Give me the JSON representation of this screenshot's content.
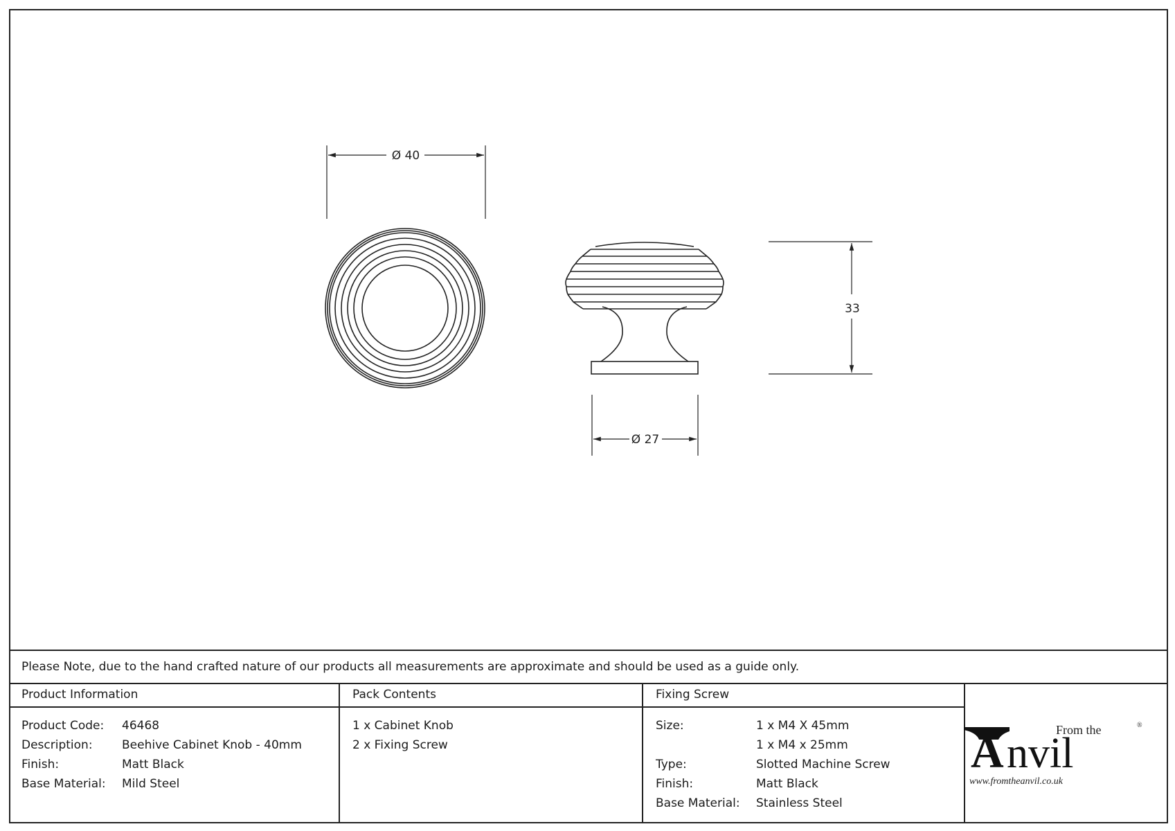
{
  "dimensions": {
    "top_view_diameter": "Ø 40",
    "base_diameter": "Ø 27",
    "height": "33"
  },
  "note": "Please Note, due to the hand crafted nature of our products all measurements are approximate and should be used as a guide only.",
  "product_information": {
    "heading": "Product Information",
    "rows": [
      {
        "label": "Product Code:",
        "value": "46468"
      },
      {
        "label": "Description:",
        "value": "Beehive Cabinet Knob - 40mm"
      },
      {
        "label": "Finish:",
        "value": "Matt Black"
      },
      {
        "label": "Base Material:",
        "value": "Mild Steel"
      }
    ]
  },
  "pack_contents": {
    "heading": "Pack Contents",
    "items": [
      "1 x Cabinet Knob",
      "2 x Fixing Screw"
    ]
  },
  "fixing_screw": {
    "heading": "Fixing Screw",
    "rows": [
      {
        "label": "Size:",
        "value": "1 x M4 X 45mm"
      },
      {
        "label": "",
        "value": "1 x M4 x 25mm"
      },
      {
        "label": "Type:",
        "value": "Slotted Machine Screw"
      },
      {
        "label": "Finish:",
        "value": "Matt Black"
      },
      {
        "label": "Base Material:",
        "value": "Stainless Steel"
      }
    ]
  },
  "logo": {
    "top_text": "From the",
    "main_text": "nvil",
    "letter": "A",
    "registered": "®",
    "url": "www.fromtheanvil.co.uk"
  }
}
